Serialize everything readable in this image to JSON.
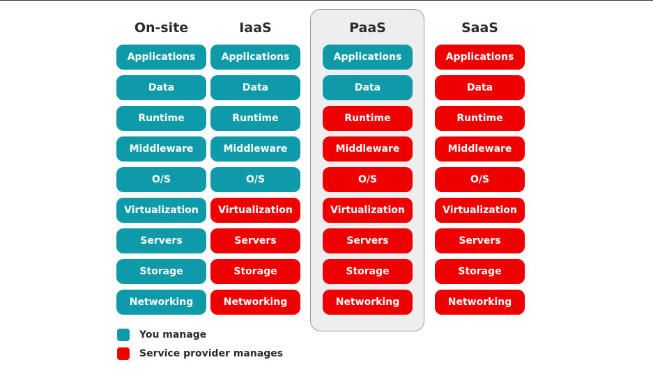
{
  "colors": {
    "you_manage": "#0e9aa8",
    "provider_manages": "#ee0000"
  },
  "columns": [
    {
      "title": "On-site",
      "layers": [
        {
          "label": "Applications",
          "owner": "you"
        },
        {
          "label": "Data",
          "owner": "you"
        },
        {
          "label": "Runtime",
          "owner": "you"
        },
        {
          "label": "Middleware",
          "owner": "you"
        },
        {
          "label": "O/S",
          "owner": "you"
        },
        {
          "label": "Virtualization",
          "owner": "you"
        },
        {
          "label": "Servers",
          "owner": "you"
        },
        {
          "label": "Storage",
          "owner": "you"
        },
        {
          "label": "Networking",
          "owner": "you"
        }
      ]
    },
    {
      "title": "IaaS",
      "layers": [
        {
          "label": "Applications",
          "owner": "you"
        },
        {
          "label": "Data",
          "owner": "you"
        },
        {
          "label": "Runtime",
          "owner": "you"
        },
        {
          "label": "Middleware",
          "owner": "you"
        },
        {
          "label": "O/S",
          "owner": "you"
        },
        {
          "label": "Virtualization",
          "owner": "provider"
        },
        {
          "label": "Servers",
          "owner": "provider"
        },
        {
          "label": "Storage",
          "owner": "provider"
        },
        {
          "label": "Networking",
          "owner": "provider"
        }
      ]
    },
    {
      "title": "PaaS",
      "highlighted": true,
      "layers": [
        {
          "label": "Applications",
          "owner": "you"
        },
        {
          "label": "Data",
          "owner": "you"
        },
        {
          "label": "Runtime",
          "owner": "provider"
        },
        {
          "label": "Middleware",
          "owner": "provider"
        },
        {
          "label": "O/S",
          "owner": "provider"
        },
        {
          "label": "Virtualization",
          "owner": "provider"
        },
        {
          "label": "Servers",
          "owner": "provider"
        },
        {
          "label": "Storage",
          "owner": "provider"
        },
        {
          "label": "Networking",
          "owner": "provider"
        }
      ]
    },
    {
      "title": "SaaS",
      "layers": [
        {
          "label": "Applications",
          "owner": "provider"
        },
        {
          "label": "Data",
          "owner": "provider"
        },
        {
          "label": "Runtime",
          "owner": "provider"
        },
        {
          "label": "Middleware",
          "owner": "provider"
        },
        {
          "label": "O/S",
          "owner": "provider"
        },
        {
          "label": "Virtualization",
          "owner": "provider"
        },
        {
          "label": "Servers",
          "owner": "provider"
        },
        {
          "label": "Storage",
          "owner": "provider"
        },
        {
          "label": "Networking",
          "owner": "provider"
        }
      ]
    }
  ],
  "legend": {
    "you_manage": "You manage",
    "provider_manages": "Service provider manages"
  }
}
